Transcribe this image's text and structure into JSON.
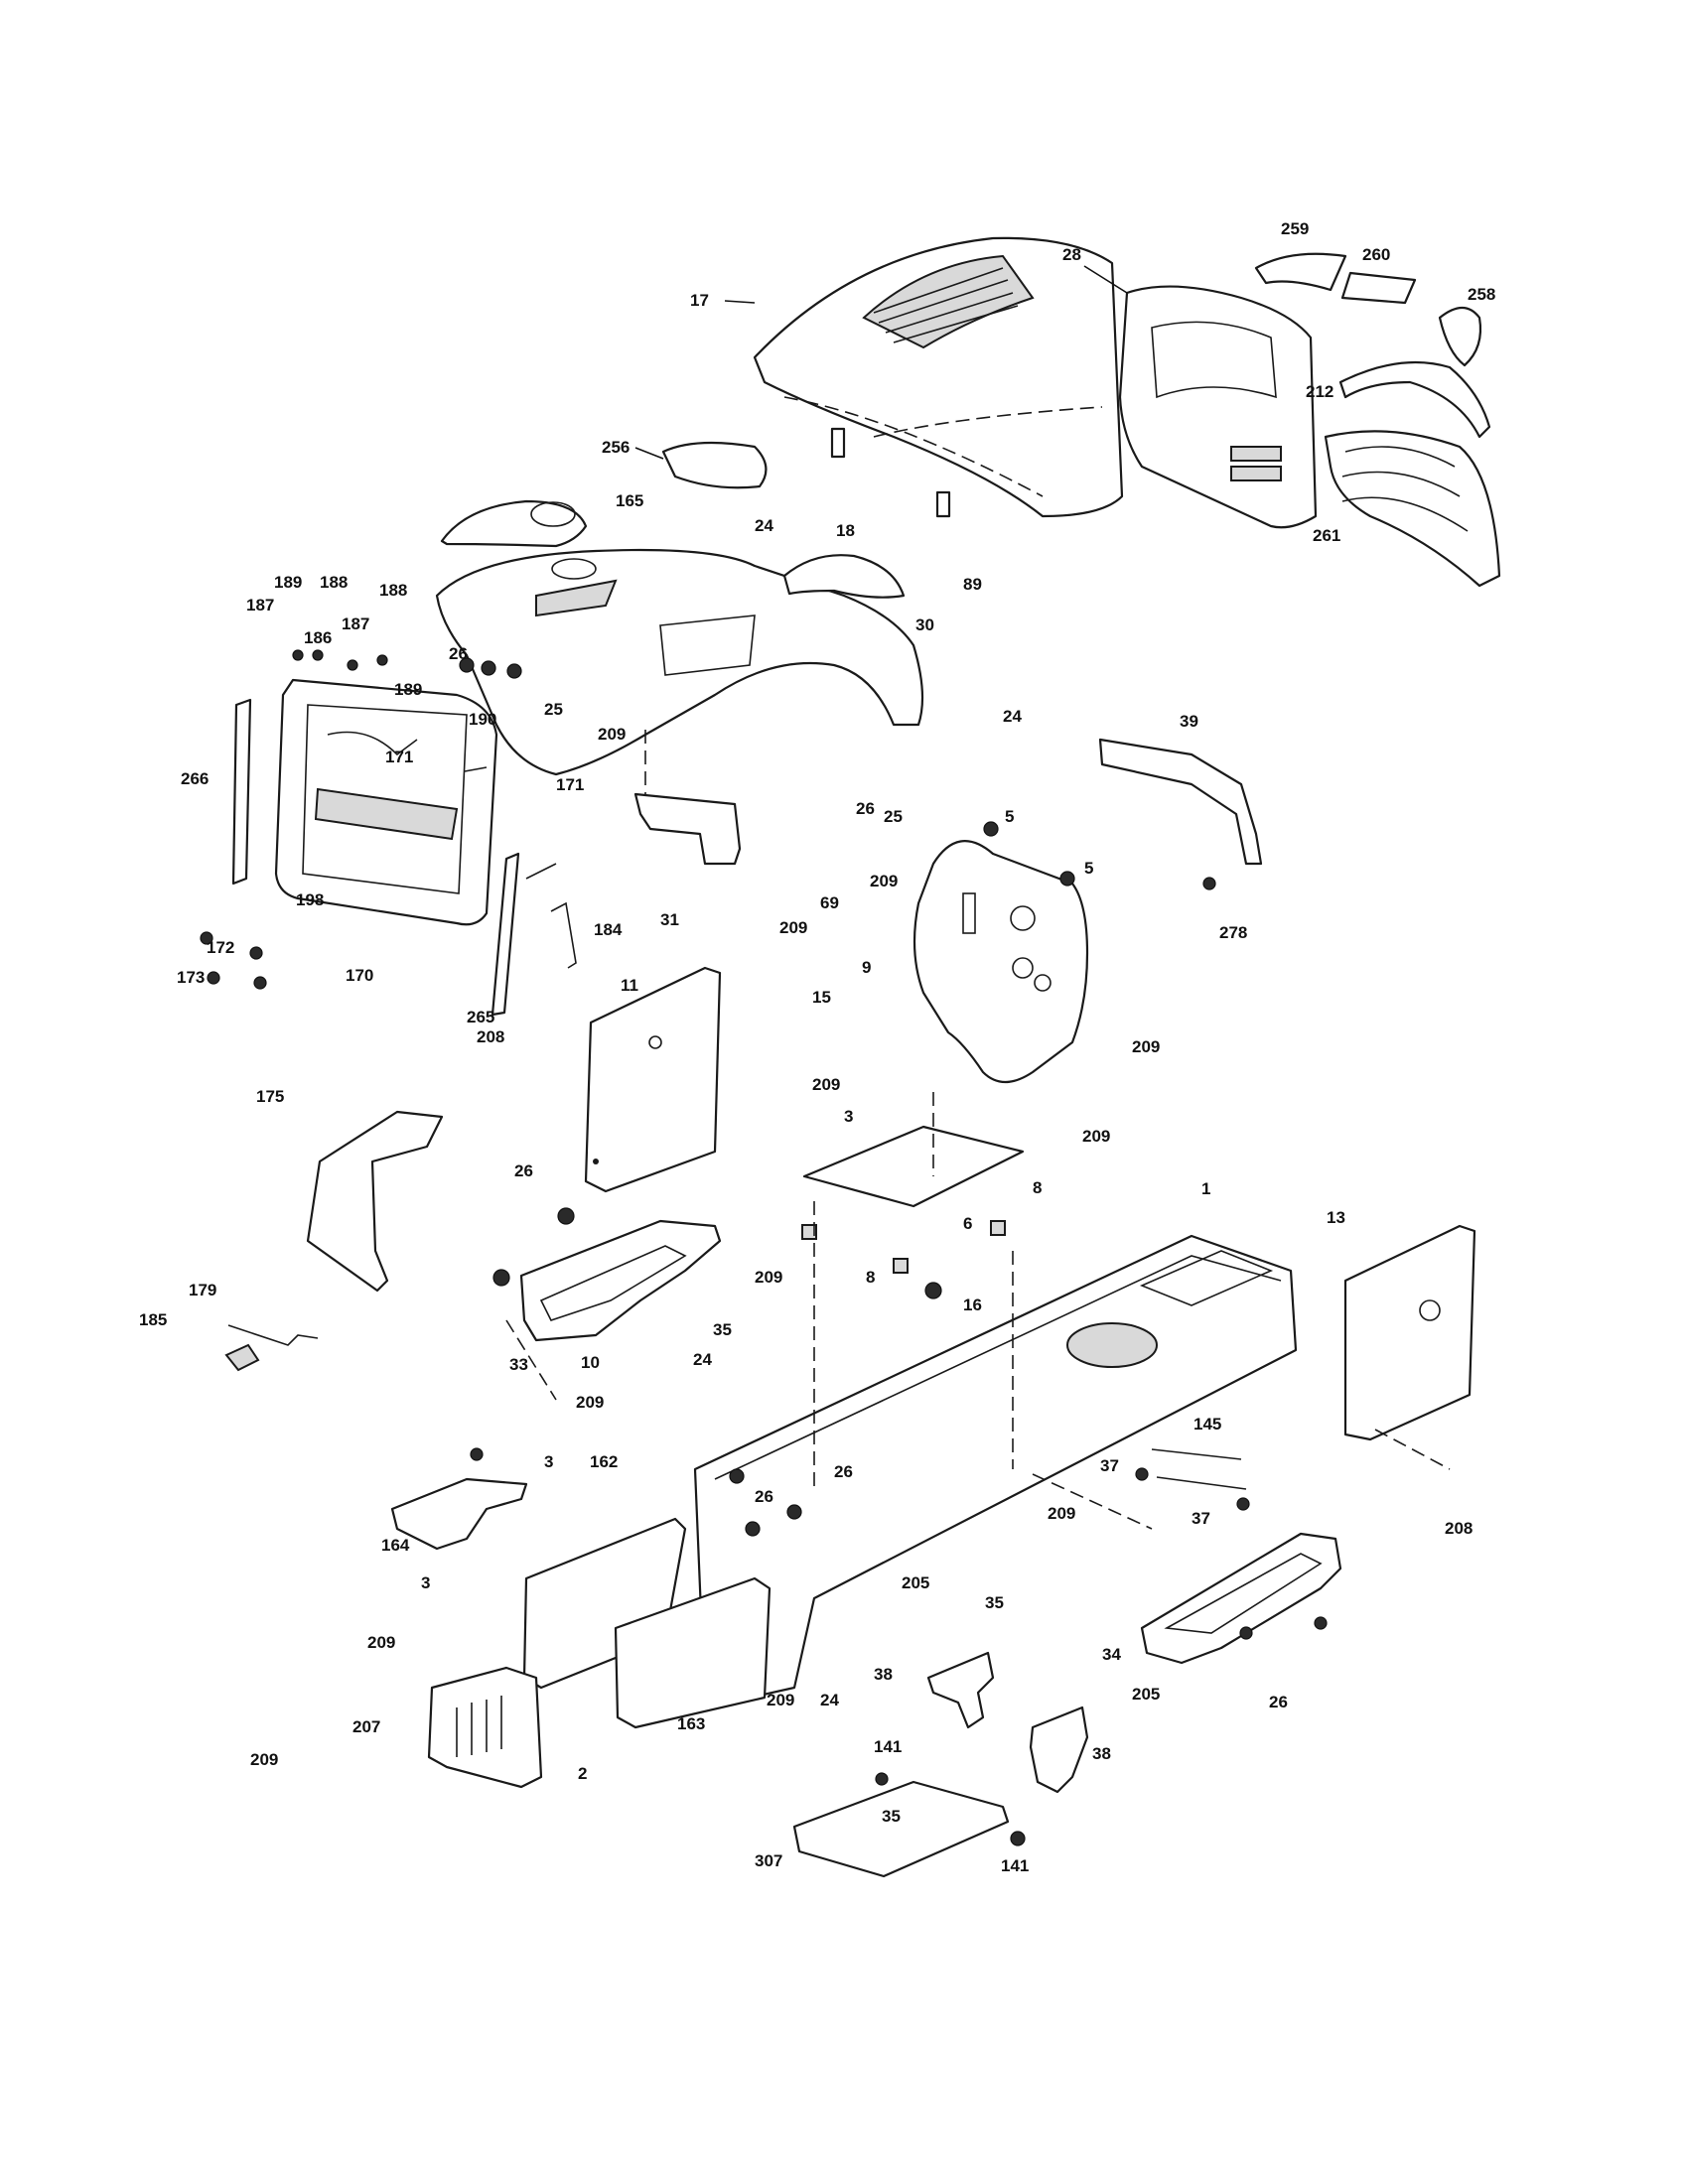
{
  "diagram": {
    "parts": [
      {
        "id": "17",
        "label": "17"
      },
      {
        "id": "28",
        "label": "28"
      },
      {
        "id": "259",
        "label": "259"
      },
      {
        "id": "260",
        "label": "260"
      },
      {
        "id": "258",
        "label": "258"
      },
      {
        "id": "212",
        "label": "212"
      },
      {
        "id": "261",
        "label": "261"
      },
      {
        "id": "18",
        "label": "18"
      },
      {
        "id": "256",
        "label": "256"
      },
      {
        "id": "165",
        "label": "165"
      },
      {
        "id": "24a",
        "label": "24"
      },
      {
        "id": "89",
        "label": "89"
      },
      {
        "id": "30",
        "label": "30"
      },
      {
        "id": "24b",
        "label": "24"
      },
      {
        "id": "189a",
        "label": "189"
      },
      {
        "id": "188a",
        "label": "188"
      },
      {
        "id": "187a",
        "label": "187"
      },
      {
        "id": "186",
        "label": "186"
      },
      {
        "id": "187b",
        "label": "187"
      },
      {
        "id": "188b",
        "label": "188"
      },
      {
        "id": "189b",
        "label": "189"
      },
      {
        "id": "26a",
        "label": "26"
      },
      {
        "id": "25a",
        "label": "25"
      },
      {
        "id": "190",
        "label": "190"
      },
      {
        "id": "266",
        "label": "266"
      },
      {
        "id": "171a",
        "label": "171"
      },
      {
        "id": "171b",
        "label": "171"
      },
      {
        "id": "198",
        "label": "198"
      },
      {
        "id": "172",
        "label": "172"
      },
      {
        "id": "173",
        "label": "173"
      },
      {
        "id": "170",
        "label": "170"
      },
      {
        "id": "184",
        "label": "184"
      },
      {
        "id": "265",
        "label": "265"
      },
      {
        "id": "209a",
        "label": "209"
      },
      {
        "id": "31",
        "label": "31"
      },
      {
        "id": "209b",
        "label": "209"
      },
      {
        "id": "69",
        "label": "69"
      },
      {
        "id": "26b",
        "label": "26"
      },
      {
        "id": "25b",
        "label": "25"
      },
      {
        "id": "39",
        "label": "39"
      },
      {
        "id": "278",
        "label": "278"
      },
      {
        "id": "5a",
        "label": "5"
      },
      {
        "id": "5b",
        "label": "5"
      },
      {
        "id": "209c",
        "label": "209"
      },
      {
        "id": "9",
        "label": "9"
      },
      {
        "id": "15",
        "label": "15"
      },
      {
        "id": "209d",
        "label": "209"
      },
      {
        "id": "11",
        "label": "11"
      },
      {
        "id": "208a",
        "label": "208"
      },
      {
        "id": "175",
        "label": "175"
      },
      {
        "id": "209e",
        "label": "209"
      },
      {
        "id": "3a",
        "label": "3"
      },
      {
        "id": "209f",
        "label": "209"
      },
      {
        "id": "8a",
        "label": "8"
      },
      {
        "id": "6",
        "label": "6"
      },
      {
        "id": "8b",
        "label": "8"
      },
      {
        "id": "16",
        "label": "16"
      },
      {
        "id": "1",
        "label": "1"
      },
      {
        "id": "13",
        "label": "13"
      },
      {
        "id": "26c",
        "label": "26"
      },
      {
        "id": "209g",
        "label": "209"
      },
      {
        "id": "35a",
        "label": "35"
      },
      {
        "id": "33",
        "label": "33"
      },
      {
        "id": "10",
        "label": "10"
      },
      {
        "id": "179",
        "label": "179"
      },
      {
        "id": "185",
        "label": "185"
      },
      {
        "id": "24c",
        "label": "24"
      },
      {
        "id": "209h",
        "label": "209"
      },
      {
        "id": "3b",
        "label": "3"
      },
      {
        "id": "162",
        "label": "162"
      },
      {
        "id": "26d",
        "label": "26"
      },
      {
        "id": "145",
        "label": "145"
      },
      {
        "id": "37a",
        "label": "37"
      },
      {
        "id": "37b",
        "label": "37"
      },
      {
        "id": "209i",
        "label": "209"
      },
      {
        "id": "208b",
        "label": "208"
      },
      {
        "id": "164",
        "label": "164"
      },
      {
        "id": "3c",
        "label": "3"
      },
      {
        "id": "26e",
        "label": "26"
      },
      {
        "id": "35b",
        "label": "35"
      },
      {
        "id": "205a",
        "label": "205"
      },
      {
        "id": "34",
        "label": "34"
      },
      {
        "id": "26f",
        "label": "26"
      },
      {
        "id": "209j",
        "label": "209"
      },
      {
        "id": "207",
        "label": "207"
      },
      {
        "id": "209k",
        "label": "209"
      },
      {
        "id": "2",
        "label": "2"
      },
      {
        "id": "163",
        "label": "163"
      },
      {
        "id": "209l",
        "label": "209"
      },
      {
        "id": "24d",
        "label": "24"
      },
      {
        "id": "38a",
        "label": "38"
      },
      {
        "id": "205b",
        "label": "205"
      },
      {
        "id": "38b",
        "label": "38"
      },
      {
        "id": "141a",
        "label": "141"
      },
      {
        "id": "35c",
        "label": "35"
      },
      {
        "id": "307",
        "label": "307"
      },
      {
        "id": "141b",
        "label": "141"
      }
    ]
  }
}
